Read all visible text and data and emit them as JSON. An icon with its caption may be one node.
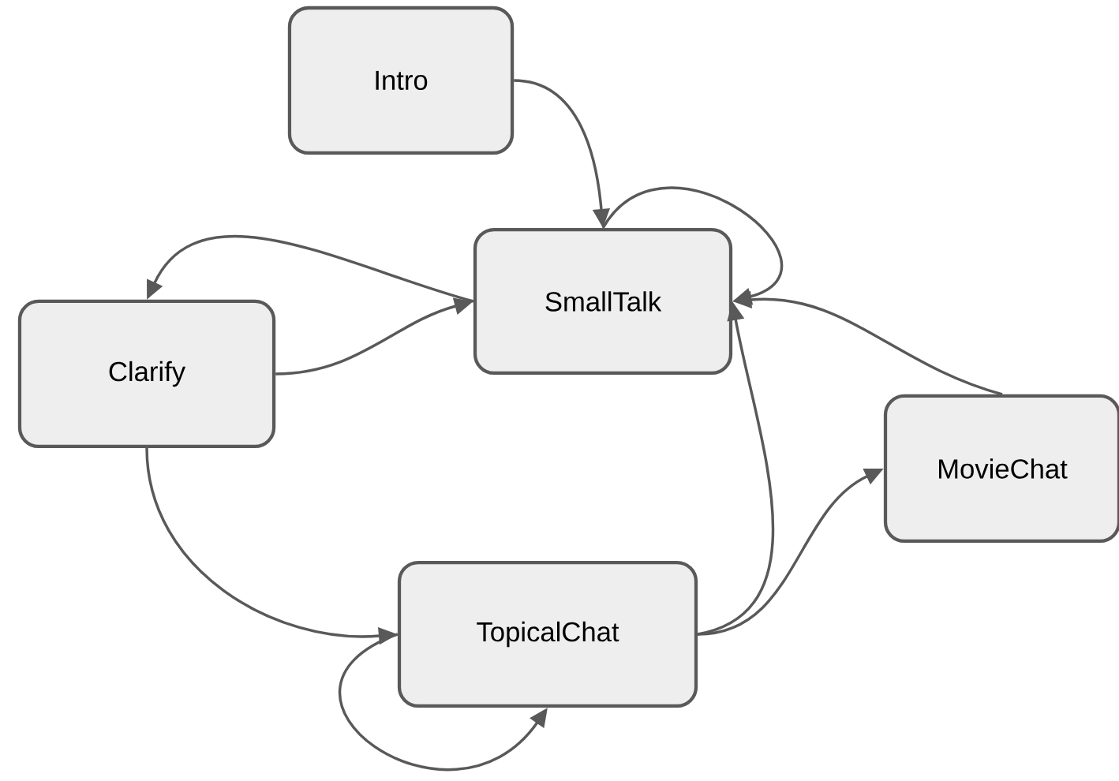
{
  "diagram": {
    "nodes": [
      {
        "text": [
          "Intro"
        ]
      },
      {
        "text": [
          "SmallTalk"
        ]
      },
      {
        "text": [
          "Clarify"
        ]
      },
      {
        "text": [
          "MovieChat"
        ]
      },
      {
        "text": [
          "TopicalChat"
        ]
      }
    ],
    "edges": [
      {
        "from": 0,
        "to": 1,
        "arrow": "to"
      },
      {
        "from": 1,
        "to": 1,
        "arrow": "to"
      },
      {
        "from": 1,
        "to": 2,
        "arrow": "to"
      },
      {
        "from": 2,
        "to": 1,
        "arrow": "to"
      },
      {
        "from": 2,
        "to": 4,
        "arrow": "to"
      },
      {
        "from": 4,
        "to": 4,
        "arrow": "to"
      },
      {
        "from": 4,
        "to": 1,
        "arrow": "to"
      },
      {
        "from": 4,
        "to": 3,
        "arrow": "to"
      },
      {
        "from": 3,
        "to": 1,
        "arrow": "to"
      }
    ]
  }
}
